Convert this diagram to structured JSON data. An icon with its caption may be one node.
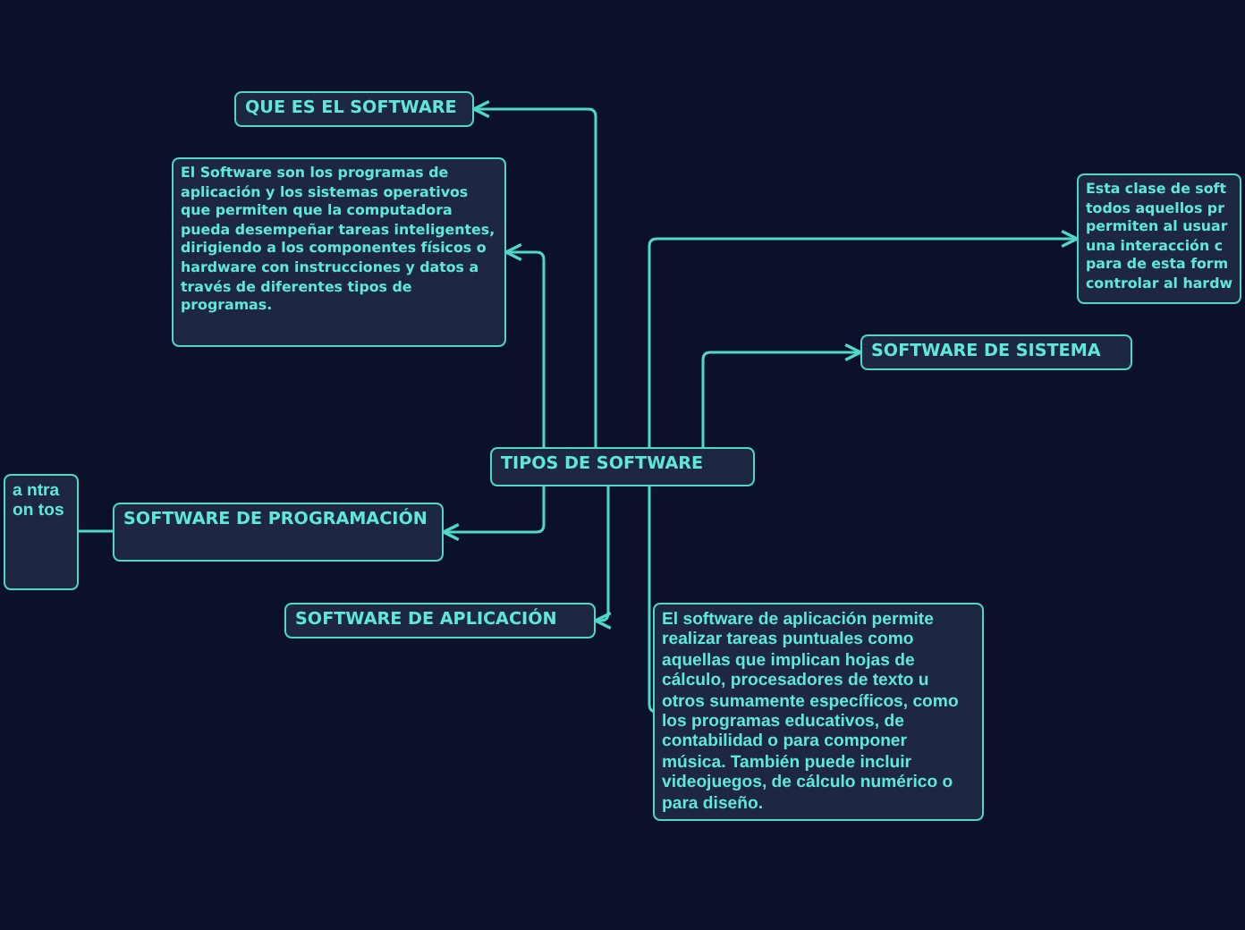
{
  "diagram": {
    "nodes": [
      {
        "text": [
          "TIPOS DE SOFTWARE"
        ]
      },
      {
        "text": [
          "QUE ES EL SOFTWARE"
        ]
      },
      {
        "text": [
          "El Software son los programas de aplicación y los sistemas operativos que permiten que la computadora pueda desempeñar tareas inteligentes, dirigiendo a los componentes físicos o hardware con instrucciones y datos a través de diferentes tipos de programas."
        ]
      },
      {
        "text": [
          "Esta clase de soft todos aquellos pr permiten al usuar una interacción c para de esta form controlar al hardw"
        ]
      },
      {
        "text": [
          "SOFTWARE DE SISTEMA"
        ]
      },
      {
        "text": [
          "SOFTWARE DE PROGRAMACIÓN"
        ]
      },
      {
        "text": [
          "a ntra on tos"
        ]
      },
      {
        "text": [
          "SOFTWARE DE APLICACIÓN"
        ]
      },
      {
        "text": [
          "El software de aplicación permite realizar tareas puntuales como aquellas que implican hojas de cálculo, procesadores de texto u otros sumamente específicos, como los programas educativos, de contabilidad o para componer música. También puede incluir videojuegos, de cálculo numérico o para diseño."
        ]
      }
    ],
    "edges": [
      {
        "from": 0,
        "to": 1,
        "arrow": "to"
      },
      {
        "from": 0,
        "to": 2,
        "arrow": "to"
      },
      {
        "from": 0,
        "to": 3,
        "arrow": "to"
      },
      {
        "from": 0,
        "to": 4,
        "arrow": "to"
      },
      {
        "from": 0,
        "to": 5,
        "arrow": "to"
      },
      {
        "from": 0,
        "to": 7,
        "arrow": "to"
      },
      {
        "from": 0,
        "to": 8,
        "arrow": "none"
      },
      {
        "from": 5,
        "to": 6,
        "arrow": "none"
      }
    ]
  }
}
